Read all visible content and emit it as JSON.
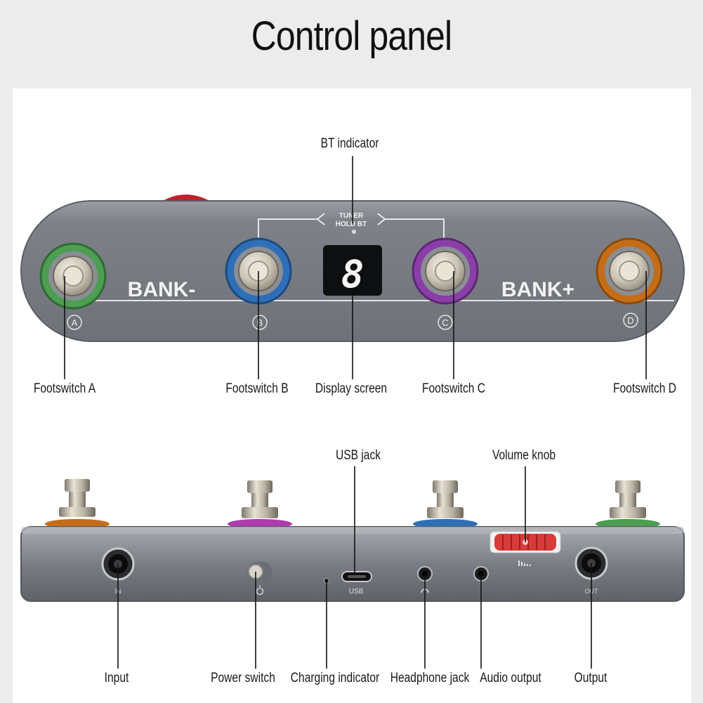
{
  "title": "Control panel",
  "top_view": {
    "bank_minus": "BANK-",
    "bank_plus": "BANK+",
    "tuner_text_line1": "TUNER",
    "tuner_text_line2": "HOLD BT",
    "display_digit": "8",
    "switch_letters": [
      "A",
      "B",
      "C",
      "D"
    ],
    "switch_colors": [
      "#4d9e52",
      "#2f6fb8",
      "#8a3fa8",
      "#c46d18"
    ]
  },
  "side_view": {
    "usb_label": "USB",
    "in_label": "IN",
    "out_label": "OUT",
    "ring_colors": [
      "#c46d18",
      "#b03ab0",
      "#2f6fb8",
      "#4d9e52"
    ],
    "knob_color": "#d93a3a"
  },
  "labels": {
    "bt_indicator": "BT indicator",
    "footswitch_a": "Footswitch A",
    "footswitch_b": "Footswitch B",
    "display_screen": "Display screen",
    "footswitch_c": "Footswitch C",
    "footswitch_d": "Footswitch D",
    "usb_jack": "USB jack",
    "volume_knob": "Volume knob",
    "input": "Input",
    "power_switch": "Power switch",
    "charging_indicator": "Charging indicator",
    "headphone_jack": "Headphone jack",
    "audio_output": "Audio output",
    "output": "Output"
  }
}
